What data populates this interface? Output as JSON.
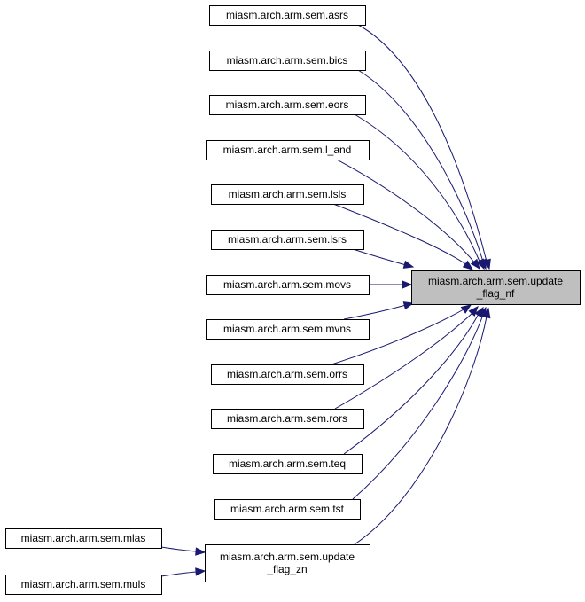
{
  "diagram": {
    "type": "call-graph",
    "colors": {
      "edge": "#191970",
      "target_fill": "#bfbfbf",
      "node_fill": "#ffffff",
      "border": "#000000"
    },
    "nodes": [
      {
        "id": "update_flag_nf",
        "lines": [
          "miasm.arch.arm.sem.update",
          "_flag_nf"
        ],
        "highlight": true
      },
      {
        "id": "asrs",
        "lines": [
          "miasm.arch.arm.sem.asrs"
        ]
      },
      {
        "id": "bics",
        "lines": [
          "miasm.arch.arm.sem.bics"
        ]
      },
      {
        "id": "eors",
        "lines": [
          "miasm.arch.arm.sem.eors"
        ]
      },
      {
        "id": "l_and",
        "lines": [
          "miasm.arch.arm.sem.l_and"
        ]
      },
      {
        "id": "lsls",
        "lines": [
          "miasm.arch.arm.sem.lsls"
        ]
      },
      {
        "id": "lsrs",
        "lines": [
          "miasm.arch.arm.sem.lsrs"
        ]
      },
      {
        "id": "movs",
        "lines": [
          "miasm.arch.arm.sem.movs"
        ]
      },
      {
        "id": "mvns",
        "lines": [
          "miasm.arch.arm.sem.mvns"
        ]
      },
      {
        "id": "orrs",
        "lines": [
          "miasm.arch.arm.sem.orrs"
        ]
      },
      {
        "id": "rors",
        "lines": [
          "miasm.arch.arm.sem.rors"
        ]
      },
      {
        "id": "teq",
        "lines": [
          "miasm.arch.arm.sem.teq"
        ]
      },
      {
        "id": "tst",
        "lines": [
          "miasm.arch.arm.sem.tst"
        ]
      },
      {
        "id": "update_flag_zn",
        "lines": [
          "miasm.arch.arm.sem.update",
          "_flag_zn"
        ]
      },
      {
        "id": "mlas",
        "lines": [
          "miasm.arch.arm.sem.mlas"
        ]
      },
      {
        "id": "muls",
        "lines": [
          "miasm.arch.arm.sem.muls"
        ]
      }
    ],
    "edges": [
      {
        "from": "asrs",
        "to": "update_flag_nf"
      },
      {
        "from": "bics",
        "to": "update_flag_nf"
      },
      {
        "from": "eors",
        "to": "update_flag_nf"
      },
      {
        "from": "l_and",
        "to": "update_flag_nf"
      },
      {
        "from": "lsls",
        "to": "update_flag_nf"
      },
      {
        "from": "lsrs",
        "to": "update_flag_nf"
      },
      {
        "from": "movs",
        "to": "update_flag_nf"
      },
      {
        "from": "mvns",
        "to": "update_flag_nf"
      },
      {
        "from": "orrs",
        "to": "update_flag_nf"
      },
      {
        "from": "rors",
        "to": "update_flag_nf"
      },
      {
        "from": "teq",
        "to": "update_flag_nf"
      },
      {
        "from": "tst",
        "to": "update_flag_nf"
      },
      {
        "from": "update_flag_zn",
        "to": "update_flag_nf"
      },
      {
        "from": "mlas",
        "to": "update_flag_zn"
      },
      {
        "from": "muls",
        "to": "update_flag_zn"
      }
    ]
  }
}
